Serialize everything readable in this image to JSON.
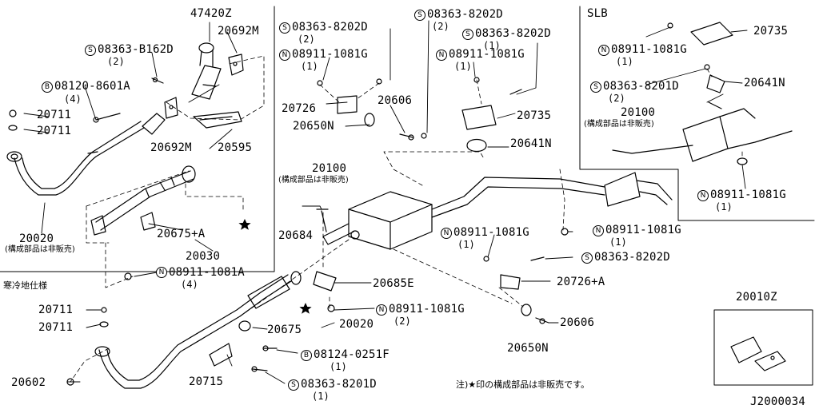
{
  "diagram_code": "J2000034",
  "section_labels": {
    "slb": "SLB",
    "cold_spec": "寒冷地仕様"
  },
  "not_sold_note": "(構成部品は非販売)",
  "footnote": "注)★印の構成部品は非販売です。",
  "circle_marks": {
    "s": "S",
    "n": "N",
    "b": "B"
  },
  "parts": {
    "p47420z": {
      "code": "47420Z"
    },
    "p20692m_a": {
      "code": "20692M"
    },
    "p20692m_b": {
      "code": "20692M"
    },
    "p20595": {
      "code": "20595"
    },
    "s08363b162d": {
      "code": "08363-B162D",
      "qty": "(2)"
    },
    "b08120": {
      "code": "08120-8601A",
      "qty": "(4)"
    },
    "p20711_a": {
      "code": "20711"
    },
    "p20711_b": {
      "code": "20711"
    },
    "p20020_a": {
      "code": "20020"
    },
    "p20675a": {
      "code": "20675+A"
    },
    "p20030": {
      "code": "20030"
    },
    "n08911_a": {
      "code": "08911-1081A",
      "qty": "(4)"
    },
    "s08363_8202d_a": {
      "code": "08363-8202D",
      "qty": "(2)"
    },
    "n08911_g1": {
      "code": "08911-1081G",
      "qty": "(1)"
    },
    "p20726": {
      "code": "20726"
    },
    "p20650n_a": {
      "code": "20650N"
    },
    "p20606_a": {
      "code": "20606"
    },
    "s08363_8202d_b": {
      "code": "08363-8202D",
      "qty": "(2)"
    },
    "s08363_8202d_c": {
      "code": "08363-8202D",
      "qty": "(1)"
    },
    "n08911_g2": {
      "code": "08911-1081G",
      "qty": "(1)"
    },
    "p20735_a": {
      "code": "20735"
    },
    "p20641n_a": {
      "code": "20641N"
    },
    "p20100_a": {
      "code": "20100"
    },
    "p20684": {
      "code": "20684"
    },
    "n08911_g3": {
      "code": "08911-1081G",
      "qty": "(1)"
    },
    "n08911_g4": {
      "code": "08911-1081G",
      "qty": "(1)"
    },
    "s08363_8202d_d": {
      "code": "08363-8202D"
    },
    "p20726a": {
      "code": "20726+A"
    },
    "p20685e": {
      "code": "20685E"
    },
    "n08911_g5": {
      "code": "08911-1081G",
      "qty": "(2)"
    },
    "p20020_b": {
      "code": "20020"
    },
    "p20675": {
      "code": "20675"
    },
    "p20711_c": {
      "code": "20711"
    },
    "p20711_d": {
      "code": "20711"
    },
    "p20602": {
      "code": "20602"
    },
    "p20715": {
      "code": "20715"
    },
    "b08124": {
      "code": "08124-0251F",
      "qty": "(1)"
    },
    "s08363_8201d_a": {
      "code": "08363-8201D",
      "qty": "(1)"
    },
    "p20606_b": {
      "code": "20606"
    },
    "p20650n_b": {
      "code": "20650N"
    },
    "p20735_b": {
      "code": "20735"
    },
    "n08911_g6": {
      "code": "08911-1081G",
      "qty": "(1)"
    },
    "s08363_8201d_b": {
      "code": "08363-8201D",
      "qty": "(2)"
    },
    "p20641n_b": {
      "code": "20641N"
    },
    "p20100_b": {
      "code": "20100"
    },
    "n08911_g7": {
      "code": "08911-1081G",
      "qty": "(1)"
    },
    "p20010z": {
      "code": "20010Z"
    }
  }
}
